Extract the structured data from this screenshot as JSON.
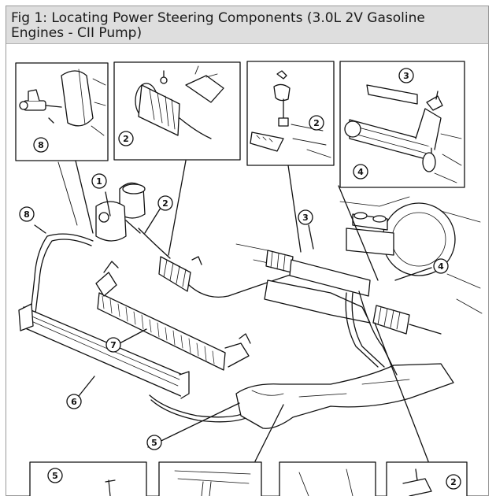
{
  "figure": {
    "title": "Fig 1: Locating Power Steering Components (3.0L 2V Gasoline Engines - CII Pump)"
  },
  "callouts": {
    "c1": "1",
    "c2": "2",
    "c3": "3",
    "c4": "4",
    "c5": "5",
    "c6": "6",
    "c7": "7",
    "c8": "8"
  }
}
